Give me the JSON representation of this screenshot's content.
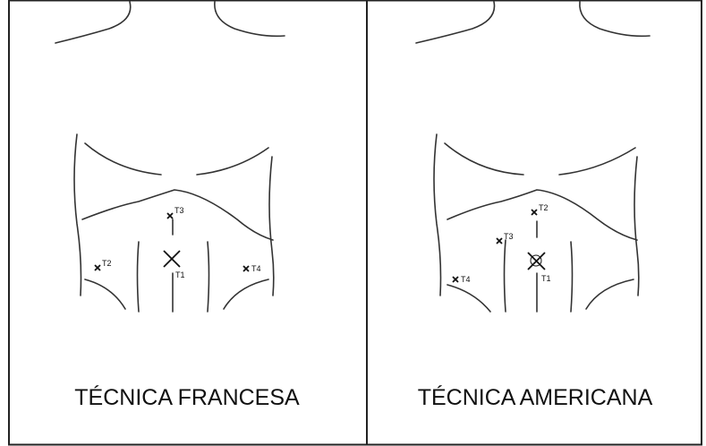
{
  "panels": [
    {
      "title": "TÉCNICA FRANCESA",
      "ports": [
        {
          "label": "T1"
        },
        {
          "label": "T2"
        },
        {
          "label": "T3"
        },
        {
          "label": "T4"
        }
      ]
    },
    {
      "title": "TÉCNICA AMERICANA",
      "ports": [
        {
          "label": "T1"
        },
        {
          "label": "T2"
        },
        {
          "label": "T3"
        },
        {
          "label": "T4"
        }
      ]
    }
  ]
}
